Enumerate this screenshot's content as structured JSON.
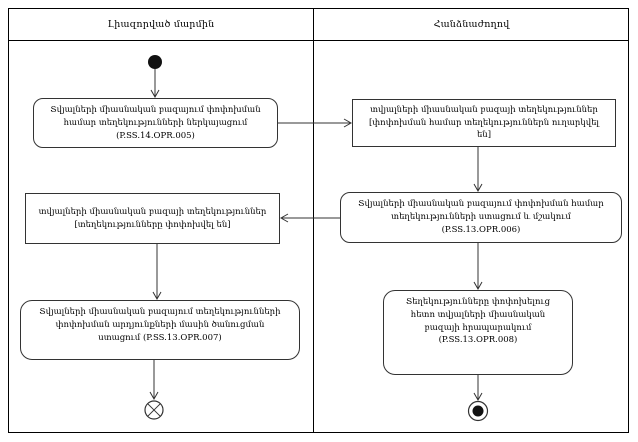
{
  "diagram": {
    "kind": "activity-swimlane-diagram",
    "colors": {
      "line": "#333333",
      "frame": "#000000",
      "background": "#ffffff"
    },
    "lanes": {
      "left": {
        "title": "Լիազորված մարմին"
      },
      "right": {
        "title": "Հանձնաժողով"
      }
    },
    "nodes": {
      "start": {
        "type": "initial-node"
      },
      "box1": {
        "type": "action",
        "label": "Տվյալների միասնական բազայում փոփոխման համար տեղեկությունների ներկայացում (P.SS.14.OPR.005)",
        "code": "P.SS.14.OPR.005"
      },
      "box2": {
        "type": "object-state",
        "label": "տվյալների միասնական բազայի տեղեկություններ [փոփոխման համար տեղեկություններն ուղարկվել են]"
      },
      "box3": {
        "type": "action",
        "label": "Տվյալների միասնական բազայում փոփոխման համար տեղեկությունների ստացում և մշակում (P.SS.13.OPR.006)",
        "code": "P.SS.13.OPR.006"
      },
      "box4": {
        "type": "object-state",
        "label": "տվյալների միասնական բազայի տեղեկություններ [տեղեկությունները փոփոխվել են]"
      },
      "box5": {
        "type": "action",
        "label": "Տվյալների միասնական բազայում տեղեկությունների փոփոխման արդյունքների մասին ծանուցման ստացում (P.SS.13.OPR.007)",
        "code": "P.SS.13.OPR.007"
      },
      "box6": {
        "type": "action",
        "label": "Տեղեկությունները փոփոխելուց հետո տվյալների միասնական բազայի հրապարակում (P.SS.13.OPR.008)",
        "code": "P.SS.13.OPR.008"
      },
      "flow_final": {
        "type": "flow-final-node"
      },
      "activity_final": {
        "type": "activity-final-node"
      }
    },
    "edges": [
      {
        "from": "start",
        "to": "box1"
      },
      {
        "from": "box1",
        "to": "box2"
      },
      {
        "from": "box2",
        "to": "box3"
      },
      {
        "from": "box3",
        "to": "box4"
      },
      {
        "from": "box4",
        "to": "box5"
      },
      {
        "from": "box5",
        "to": "flow_final"
      },
      {
        "from": "box3",
        "to": "box6"
      },
      {
        "from": "box6",
        "to": "activity_final"
      }
    ]
  }
}
